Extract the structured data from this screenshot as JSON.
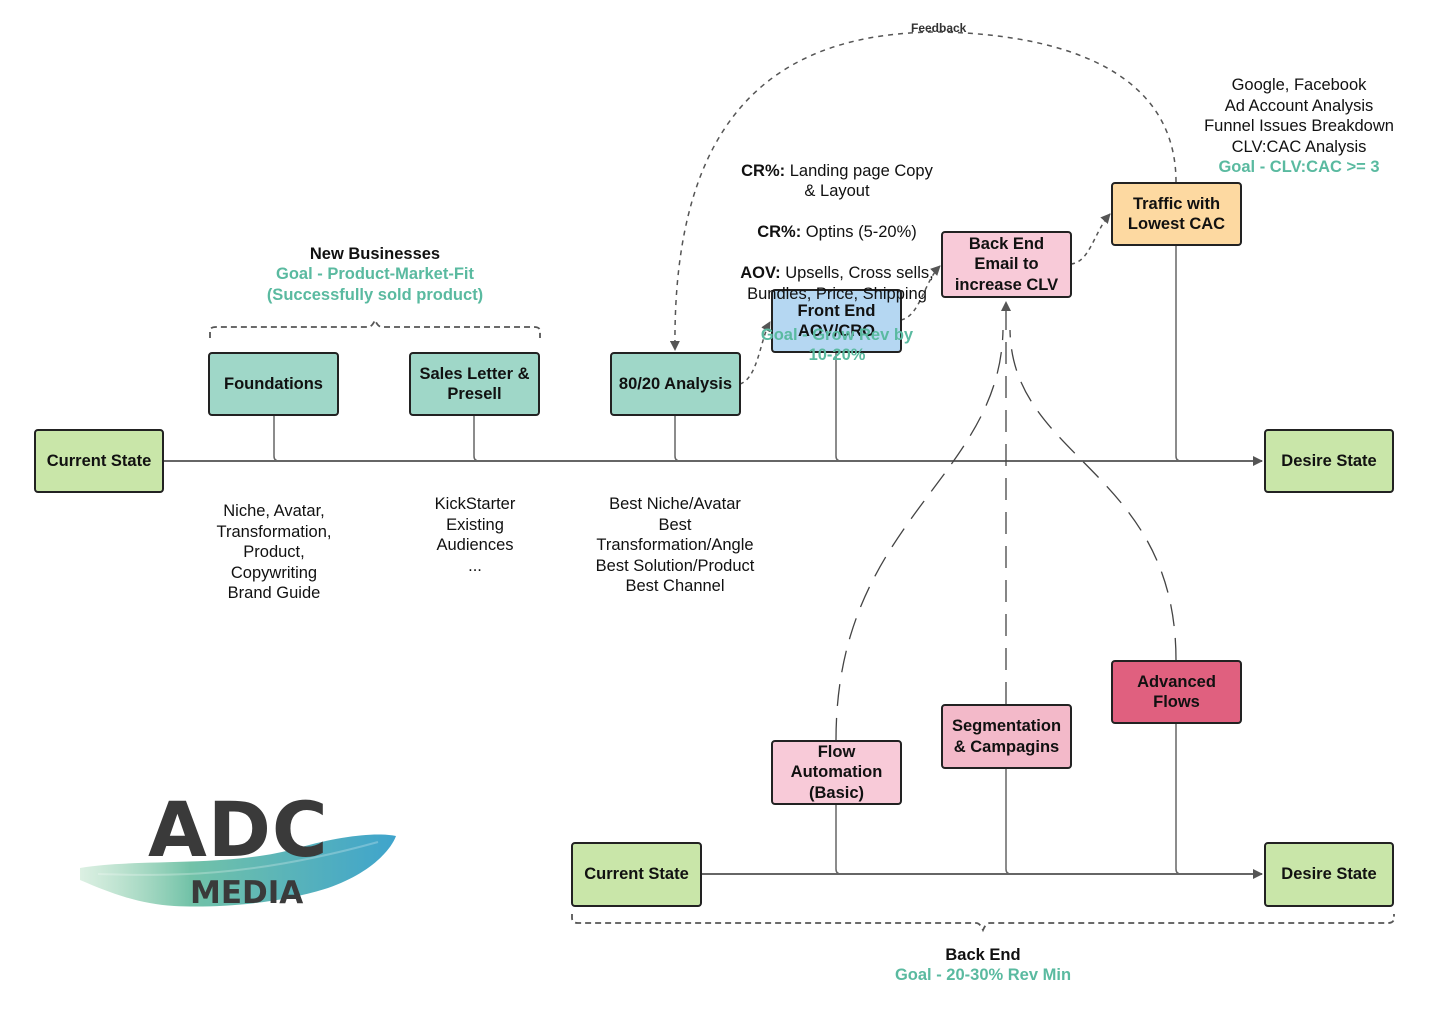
{
  "diagram": {
    "feedback_label": "Feedback",
    "top_flow": {
      "current_state": "Current State",
      "desire_state": "Desire State",
      "new_businesses": {
        "title": "New Businesses",
        "goal_line1": "Goal - Product-Market-Fit",
        "goal_line2": "(Successfully sold product)"
      },
      "foundations": {
        "label": "Foundations",
        "notes": "Niche, Avatar,\nTransformation,\nProduct,\nCopywriting\nBrand Guide"
      },
      "sales_letter": {
        "label": "Sales Letter &\nPresell",
        "notes": "KickStarter\nExisting\nAudiences\n..."
      },
      "analysis_8020": {
        "label": "80/20 Analysis",
        "notes": "Best Niche/Avatar\nBest\nTransformation/Angle\nBest Solution/Product\nBest Channel"
      },
      "front_end": {
        "label": "Front End\nAOV/CRO",
        "notes": [
          {
            "bold": "CR%:",
            "text": " Landing page Copy\n& Layout"
          },
          {
            "bold": "CR%:",
            "text": " Optins (5-20%)"
          },
          {
            "bold": "AOV:",
            "text": " Upsells, Cross sells,\nBundles, Price, Shipping"
          }
        ],
        "goal": "Goal - Grow Rev by\n10-20%"
      },
      "back_end": {
        "label": "Back End\nEmail to\nincrease CLV"
      },
      "traffic": {
        "label": "Traffic with\nLowest CAC",
        "notes": "Google, Facebook\nAd Account Analysis\nFunnel Issues Breakdown\nCLV:CAC Analysis",
        "goal": "Goal - CLV:CAC >= 3"
      }
    },
    "bottom_flow": {
      "current_state": "Current State",
      "desire_state": "Desire State",
      "flow_automation": "Flow\nAutomation\n(Basic)",
      "segmentation": "Segmentation\n& Campagins",
      "advanced_flows": "Advanced\nFlows",
      "back_end_title": "Back End",
      "back_end_goal": "Goal - 20-30% Rev Min"
    },
    "logo": {
      "word1": "ADC",
      "word2": "MEDIA"
    },
    "colors": {
      "teal": "#9fd7c8",
      "green": "#c9e6a9",
      "blue": "#b5d7f2",
      "pink": "#f8cad8",
      "hot_pink": "#e0607f",
      "orange": "#fdd9a1",
      "goal_text": "#5abaa0"
    }
  }
}
